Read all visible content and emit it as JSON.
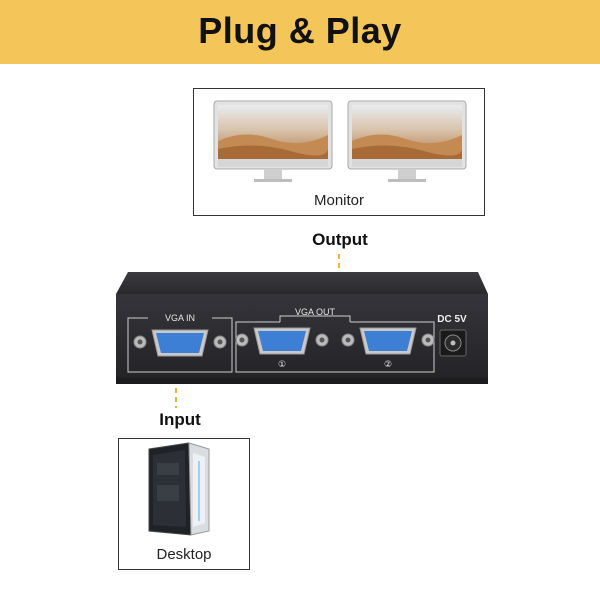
{
  "banner": {
    "title": "Plug & Play",
    "color": "#f4c65a"
  },
  "monitors": {
    "caption": "Monitor"
  },
  "labels": {
    "output": "Output",
    "input": "Input"
  },
  "device": {
    "vga_in_label": "VGA IN",
    "vga_out_label": "VGA OUT",
    "dc_label": "DC 5V",
    "port_numbers": [
      "①",
      "②"
    ],
    "body_color": "#2c2c2e",
    "port_color": "#3d7fd4"
  },
  "desktop": {
    "caption": "Desktop"
  },
  "guide_line_color": "#f0b33c"
}
